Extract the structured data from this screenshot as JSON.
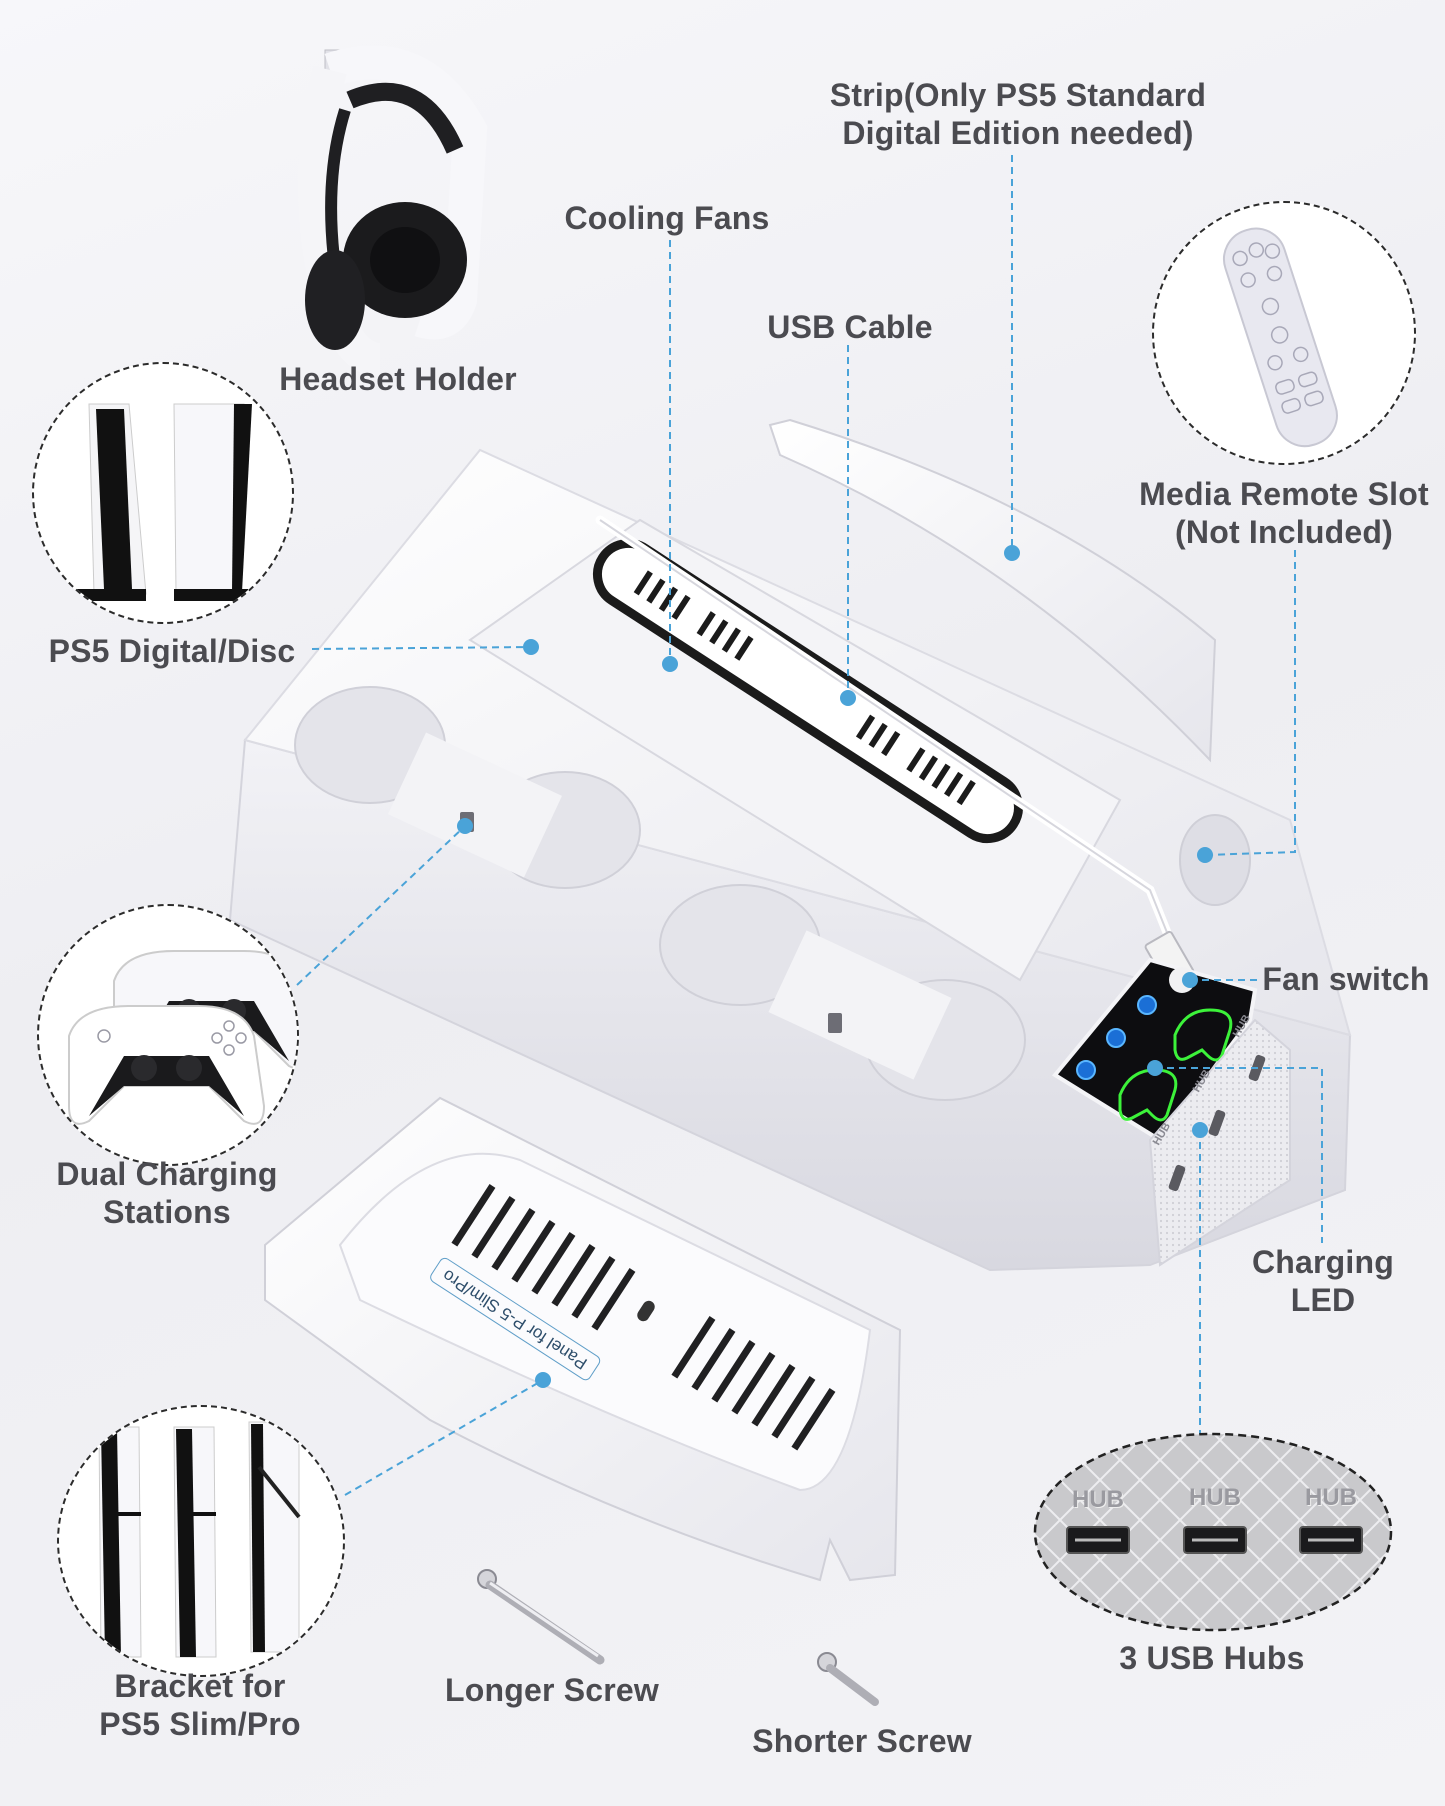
{
  "product": "PS5 vertical cooling stand with dual controller charging station",
  "colors": {
    "leader_line": "#4aa3d8",
    "text": "#4b4b50",
    "dashed_border": "#2b2b2b",
    "led_green": "#3cf23a",
    "led_blue": "#2a9df4",
    "background": "#f1f1f4"
  },
  "callouts": {
    "strip": {
      "line1": "Strip(Only PS5 Standard",
      "line2": "Digital Edition needed)"
    },
    "cooling_fans": {
      "text": "Cooling Fans"
    },
    "usb_cable": {
      "text": "USB Cable"
    },
    "headset_holder": {
      "text": "Headset Holder"
    },
    "ps5_digital_disc": {
      "text": "PS5 Digital/Disc"
    },
    "media_remote": {
      "line1": "Media Remote Slot",
      "line2": "(Not Included)"
    },
    "fan_switch": {
      "text": "Fan switch"
    },
    "dual_charging": {
      "line1": "Dual Charging",
      "line2": "Stations"
    },
    "charging_led": {
      "line1": "Charging",
      "line2": "LED"
    },
    "usb_hubs": {
      "text": "3 USB Hubs",
      "ports": [
        "HUB",
        "HUB",
        "HUB"
      ]
    },
    "bracket": {
      "line1": "Bracket for",
      "line2": "PS5 Slim/Pro"
    },
    "longer_screw": {
      "text": "Longer Screw"
    },
    "shorter_screw": {
      "text": "Shorter Screw"
    }
  },
  "panel": {
    "engraving": "Panel for P-5 Slim/Pro"
  },
  "dock": {
    "side_ports": [
      "HUB",
      "HUB",
      "HUB"
    ]
  }
}
